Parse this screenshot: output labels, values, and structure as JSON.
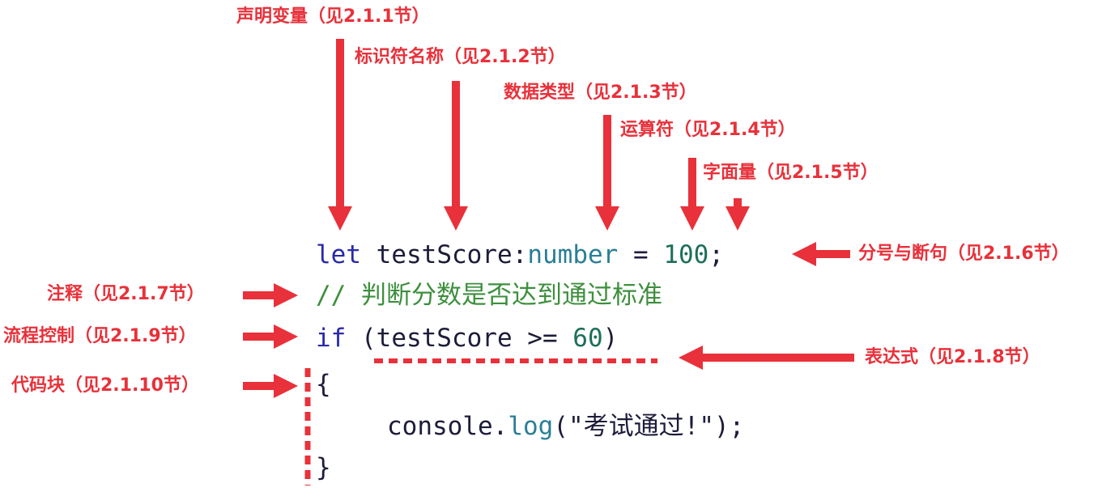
{
  "colors": {
    "accent": "#e8313a",
    "keyword": "#2a2aa8",
    "type": "#2a7f95",
    "number": "#1d6f5a",
    "comment": "#3d8f3d",
    "text": "#1c1c3a"
  },
  "annotations": {
    "declare_variable": "声明变量（见2.1.1节）",
    "identifier_name": "标识符名称（见2.1.2节）",
    "data_type": "数据类型（见2.1.3节）",
    "operator": "运算符（见2.1.4节）",
    "literal": "字面量（见2.1.5节）",
    "semicolon": "分号与断句（见2.1.6节）",
    "comment": "注释（见2.1.7节）",
    "flow_control": "流程控制（见2.1.9节）",
    "code_block": "代码块（见2.1.10节）",
    "expression": "表达式（见2.1.8节）"
  },
  "code": {
    "line1": {
      "kw": "let",
      "ident": "testScore",
      "colon": ":",
      "type": "number",
      "op": " = ",
      "num": "100",
      "semi": ";"
    },
    "line2": {
      "comment": "// 判断分数是否达到通过标准"
    },
    "line3": {
      "kw": "if",
      "open": " (testScore >= ",
      "num": "60",
      "close": ")"
    },
    "line4": {
      "brace": "{"
    },
    "line5": {
      "obj": "console",
      "dot": ".",
      "fn": "log",
      "args": "(\"考试通过!\");"
    },
    "line6": {
      "brace": "}"
    }
  }
}
